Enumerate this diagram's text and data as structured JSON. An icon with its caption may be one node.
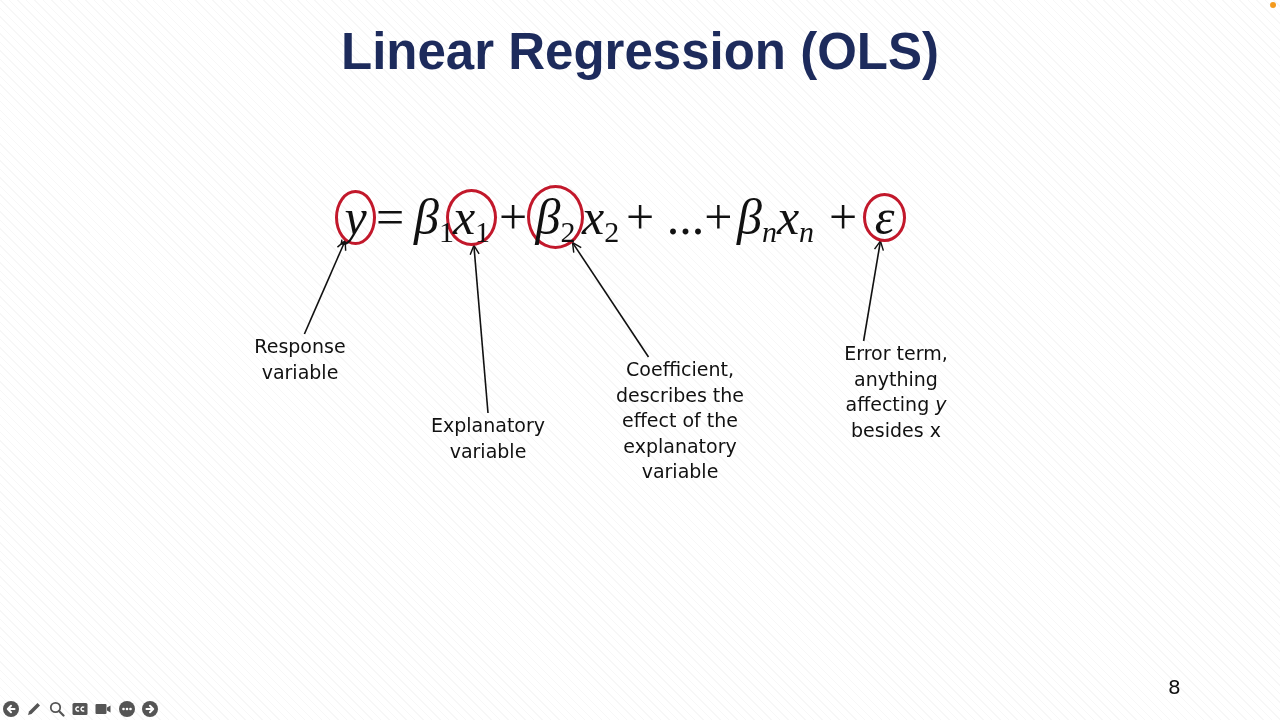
{
  "diagram": {
    "title": "Linear Regression (OLS)",
    "nodes": [
      {
        "text": [
          "y"
        ]
      },
      {
        "text": [
          "x$_{1}$"
        ]
      },
      {
        "text": [
          "β$_{2}$"
        ]
      },
      {
        "text": [
          "ε"
        ]
      },
      {
        "text": [
          "Response variable"
        ]
      },
      {
        "text": [
          "Explanatory variable"
        ]
      },
      {
        "text": [
          "Coefficient, describes the effect of the explanatory variable"
        ]
      },
      {
        "text": [
          "Error term, anything affecting *y* besides x"
        ]
      }
    ],
    "edges": [
      {
        "from": 4,
        "to": 0,
        "arrow": "to"
      },
      {
        "from": 5,
        "to": 1,
        "arrow": "to"
      },
      {
        "from": 6,
        "to": 2,
        "arrow": "to"
      },
      {
        "from": 7,
        "to": 3,
        "arrow": "to"
      }
    ],
    "labels": [
      "=",
      "β$_{1}$",
      "+",
      "x$_{2}$",
      "+ ...+",
      "β$_{n}$x$_{n}$",
      "+",
      "8"
    ]
  }
}
